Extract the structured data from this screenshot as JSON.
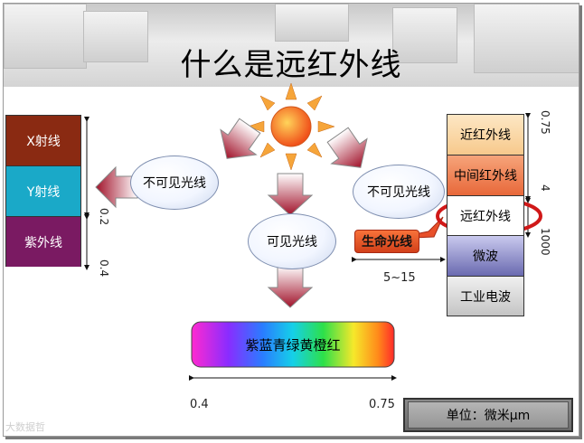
{
  "title": "什么是远红外线",
  "left_bands": [
    "X射线",
    "Y射线",
    "紫外线"
  ],
  "left_scale": [
    "0.2",
    "0.4"
  ],
  "center": {
    "invisible_left": "不可见光线",
    "invisible_right": "不可见光线",
    "visible": "可见光线",
    "life_ray": "生命光线",
    "life_range": "5~15",
    "spectrum": "紫蓝青绿黄橙红",
    "spectrum_min": "0.4",
    "spectrum_max": "0.75"
  },
  "right_bands": [
    "近红外线",
    "中间红外线",
    "远红外线",
    "微波",
    "工业电波"
  ],
  "right_scale": [
    "0.75",
    "4",
    "1000"
  ],
  "unit": "单位：微米μm",
  "watermark": "大数据哲",
  "colors": {
    "xray": "#8a2a12",
    "gamma": "#1aa9c8",
    "uv": "#7a1a62",
    "near_ir": "#fbd9a6",
    "mid_ir": "#f08a5a",
    "far_ir": "#ffffff",
    "microwave": "#7a7ab8",
    "radio": "#d6d6d6",
    "highlight": "#d01818",
    "sun": "#f05a14"
  }
}
